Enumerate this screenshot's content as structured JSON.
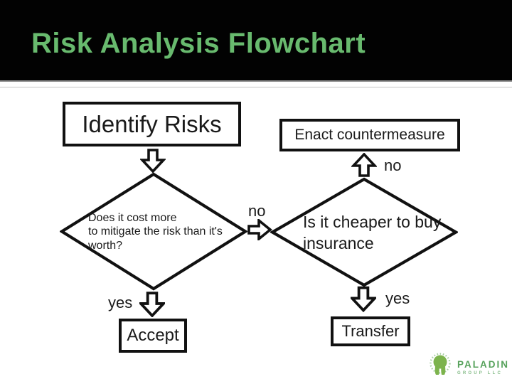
{
  "slide": {
    "title": "Risk Analysis Flowchart",
    "title_color": "#68ba6e",
    "header_bg": "#020202"
  },
  "flowchart": {
    "identify": {
      "label": "Identify Risks"
    },
    "decision1": {
      "lines": [
        "Does it cost more",
        "to mitigate the risk than it's",
        "worth?"
      ]
    },
    "decision2": {
      "lines": [
        "Is it cheaper to buy",
        "insurance"
      ]
    },
    "enact": {
      "label": "Enact countermeasure"
    },
    "accept": {
      "label": "Accept"
    },
    "transfer": {
      "label": "Transfer"
    },
    "connectors": {
      "no_mid": "no",
      "no_up": "no",
      "yes_left": "yes",
      "yes_right": "yes"
    }
  },
  "logo": {
    "name": "PALADIN",
    "subtitle": "GROUP LLC",
    "color": "#57a25c"
  }
}
